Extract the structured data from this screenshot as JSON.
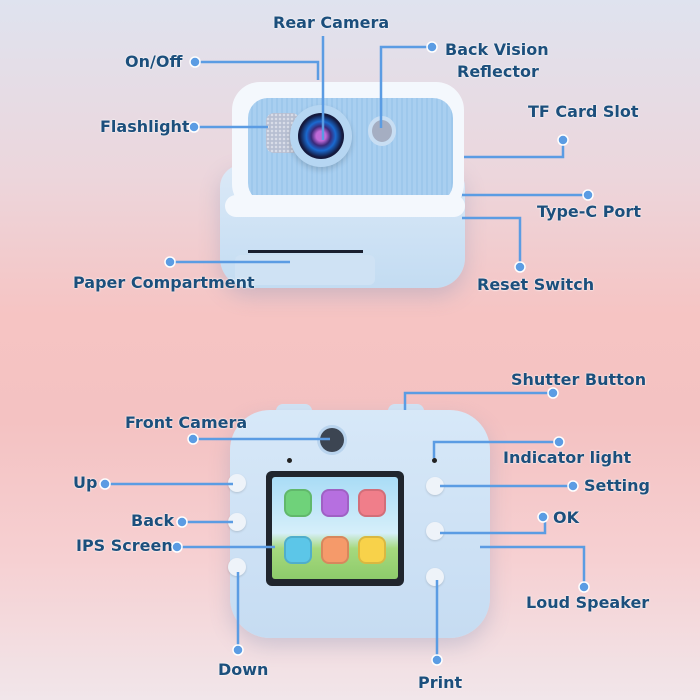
{
  "colors": {
    "label": "#1c4f7c",
    "line": "#5b9ce3",
    "camera": "#c6dcf2"
  },
  "rear_view": {
    "labels": {
      "rear_camera": "Rear Camera",
      "on_off": "On/Off",
      "back_vision_reflector_1": "Back Vision",
      "back_vision_reflector_2": "Reflector",
      "flashlight": "Flashlight",
      "tf_card_slot": "TF Card Slot",
      "type_c_port": "Type-C Port",
      "reset_switch": "Reset Switch",
      "paper_compartment": "Paper Compartment"
    }
  },
  "front_view": {
    "labels": {
      "shutter_button": "Shutter Button",
      "front_camera": "Front Camera",
      "indicator_light": "Indicator light",
      "up": "Up",
      "setting": "Setting",
      "back": "Back",
      "ok": "OK",
      "ips_screen": "IPS Screen",
      "loud_speaker": "Loud Speaker",
      "down": "Down",
      "print": "Print"
    },
    "screen_apps": [
      "camera-app-icon",
      "video-app-icon",
      "play-app-icon",
      "settings-app-icon",
      "game-app-icon",
      "music-app-icon"
    ]
  }
}
